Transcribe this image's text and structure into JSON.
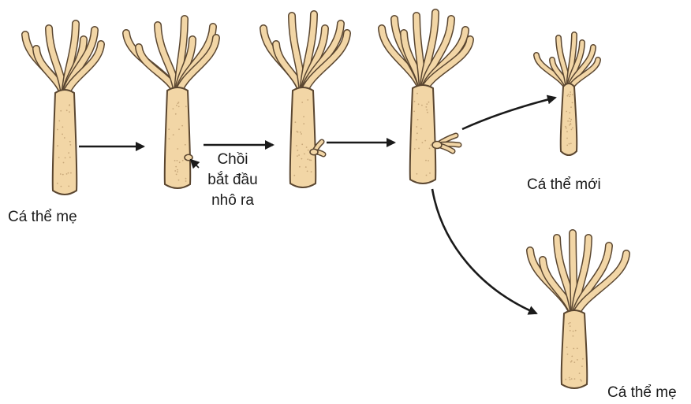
{
  "labels": {
    "parent_left": "Cá thể mẹ",
    "bud_start": [
      "Chồi",
      "bắt đầu",
      "nhô ra"
    ],
    "new_individual": "Cá thể mới",
    "parent_bottom": "Cá thể mẹ"
  },
  "colors": {
    "body_fill": "#f2d6a6",
    "body_stroke": "#5a4630",
    "speckle": "#c8a87a",
    "arrow": "#1a1a1a"
  },
  "icons": [
    "hydra-organism",
    "arrow-right",
    "curved-arrow"
  ]
}
